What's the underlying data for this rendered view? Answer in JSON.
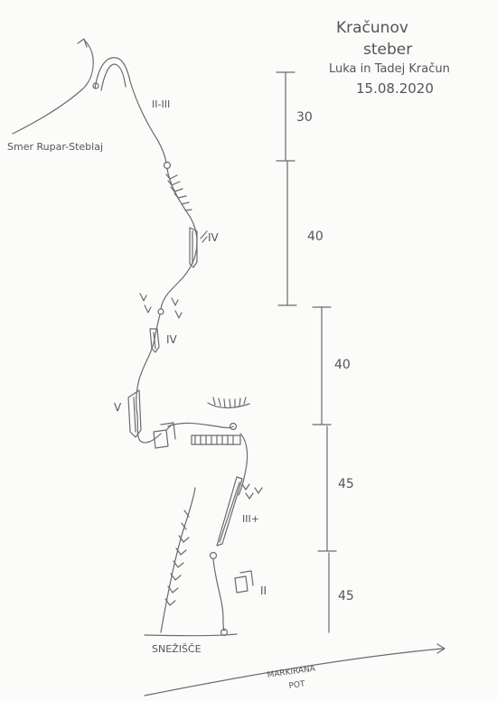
{
  "title": {
    "line1": "Kračunov",
    "line2": "steber",
    "authors": "Luka in Tadej Kračun",
    "date": "15.08.2020"
  },
  "route": {
    "grades": [
      "II-III",
      "IV",
      "IV",
      "V",
      "III+",
      "II"
    ],
    "grade_ii_iii": "II-III",
    "grade_iv_upper": "IV",
    "grade_iv_lower": "IV",
    "grade_v": "V",
    "grade_iii_plus": "III+",
    "grade_ii": "II"
  },
  "labels": {
    "exit_route": "Smer Rupar-Steblaj",
    "snowfield": "SNEŽIŠČE",
    "marked_trail": "MARKIRANA",
    "marked_trail_2": "POT"
  },
  "pitch_lengths": [
    "30",
    "40",
    "40",
    "45",
    "45"
  ],
  "colors": {
    "pencil": "#6b6b6b",
    "paper": "#fbfbfa"
  }
}
